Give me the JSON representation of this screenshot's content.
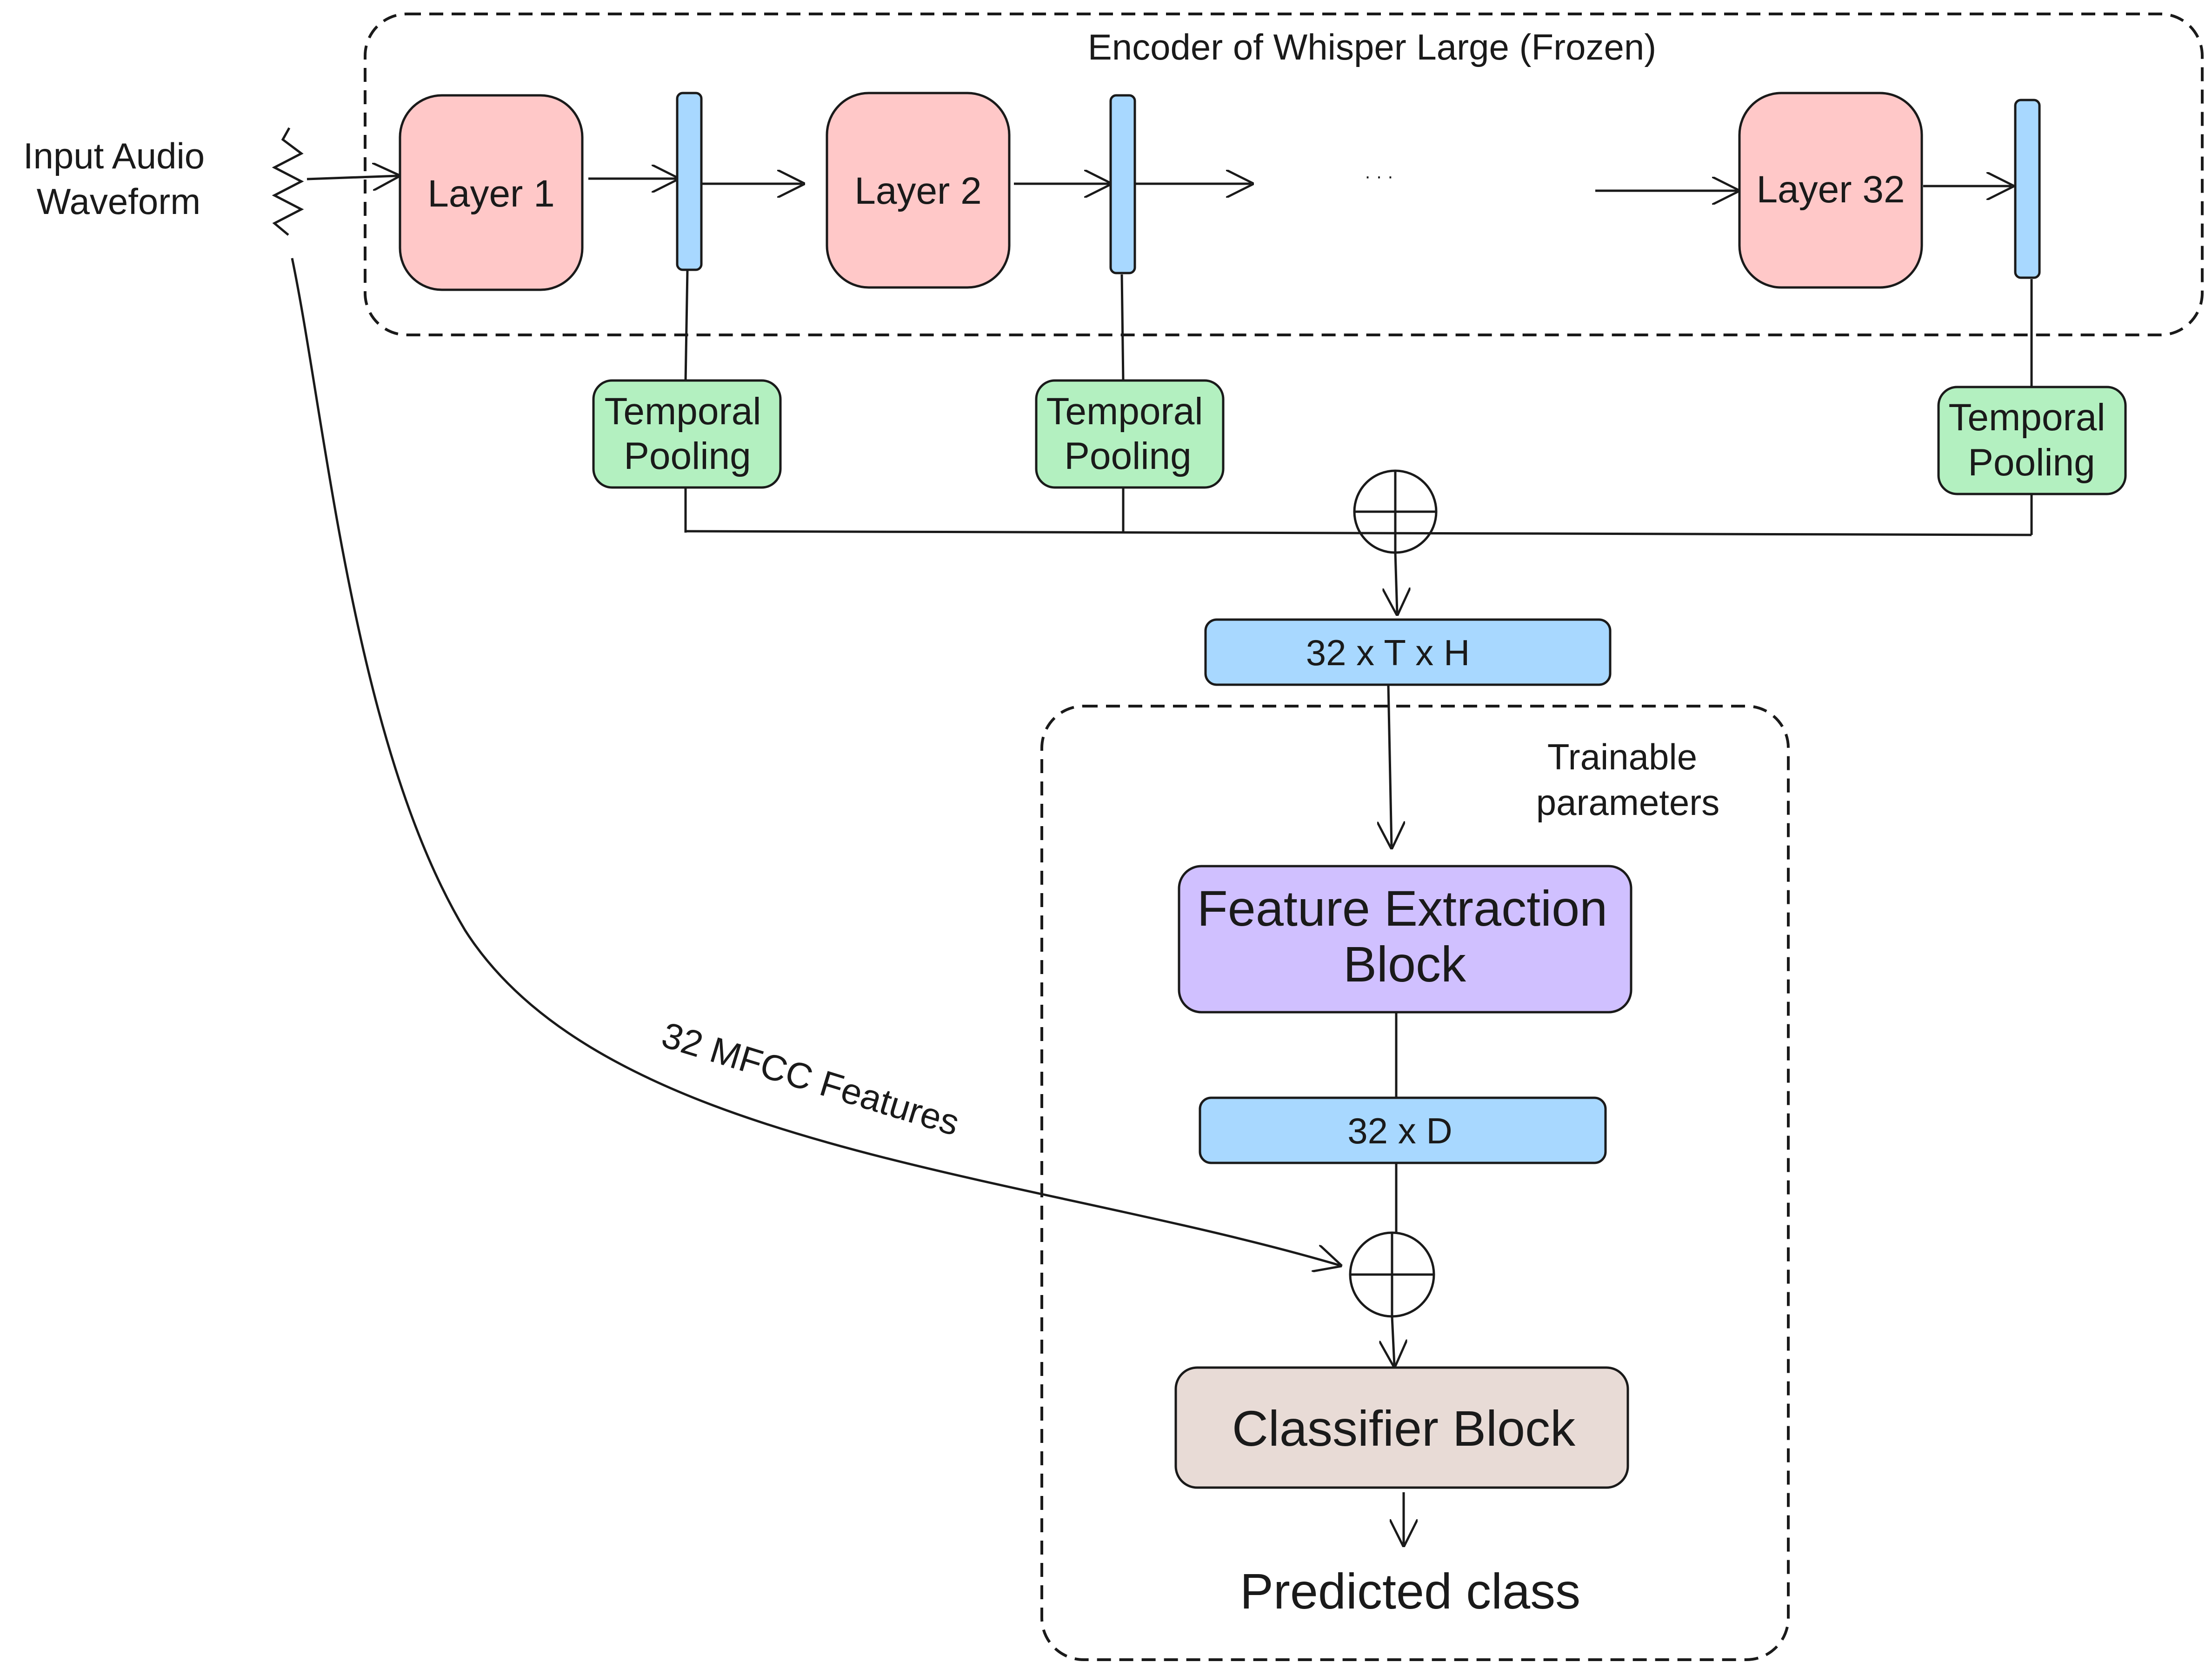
{
  "input": {
    "line1": "Input Audio",
    "line2": "Waveform"
  },
  "encoder": {
    "title": "Encoder of Whisper Large (Frozen)",
    "layers": [
      "Layer 1",
      "Layer 2",
      "Layer 32"
    ],
    "ellipsis": "· · ·"
  },
  "pooling": {
    "line1": "Temporal",
    "line2": "Pooling"
  },
  "concat_shape": "32 x T x H",
  "trainable": {
    "line1": "Trainable",
    "line2": "parameters"
  },
  "feature_block": {
    "line1": "Feature Extraction",
    "line2": "Block"
  },
  "feature_shape": "32 x D",
  "mfcc_label": "32 MFCC Features",
  "classifier_label": "Classifier Block",
  "output_label": "Predicted class",
  "colors": {
    "layer_fill": "#ffc8c8",
    "connector_fill": "#a8d8ff",
    "pooling_fill": "#b3f0c0",
    "feature_fill": "#d0c0ff",
    "classifier_fill": "#e8dbd6",
    "stroke": "#1a1a1a"
  },
  "icons": {
    "waveform": "zigzag-waveform-icon",
    "concat": "circled-plus-icon"
  }
}
